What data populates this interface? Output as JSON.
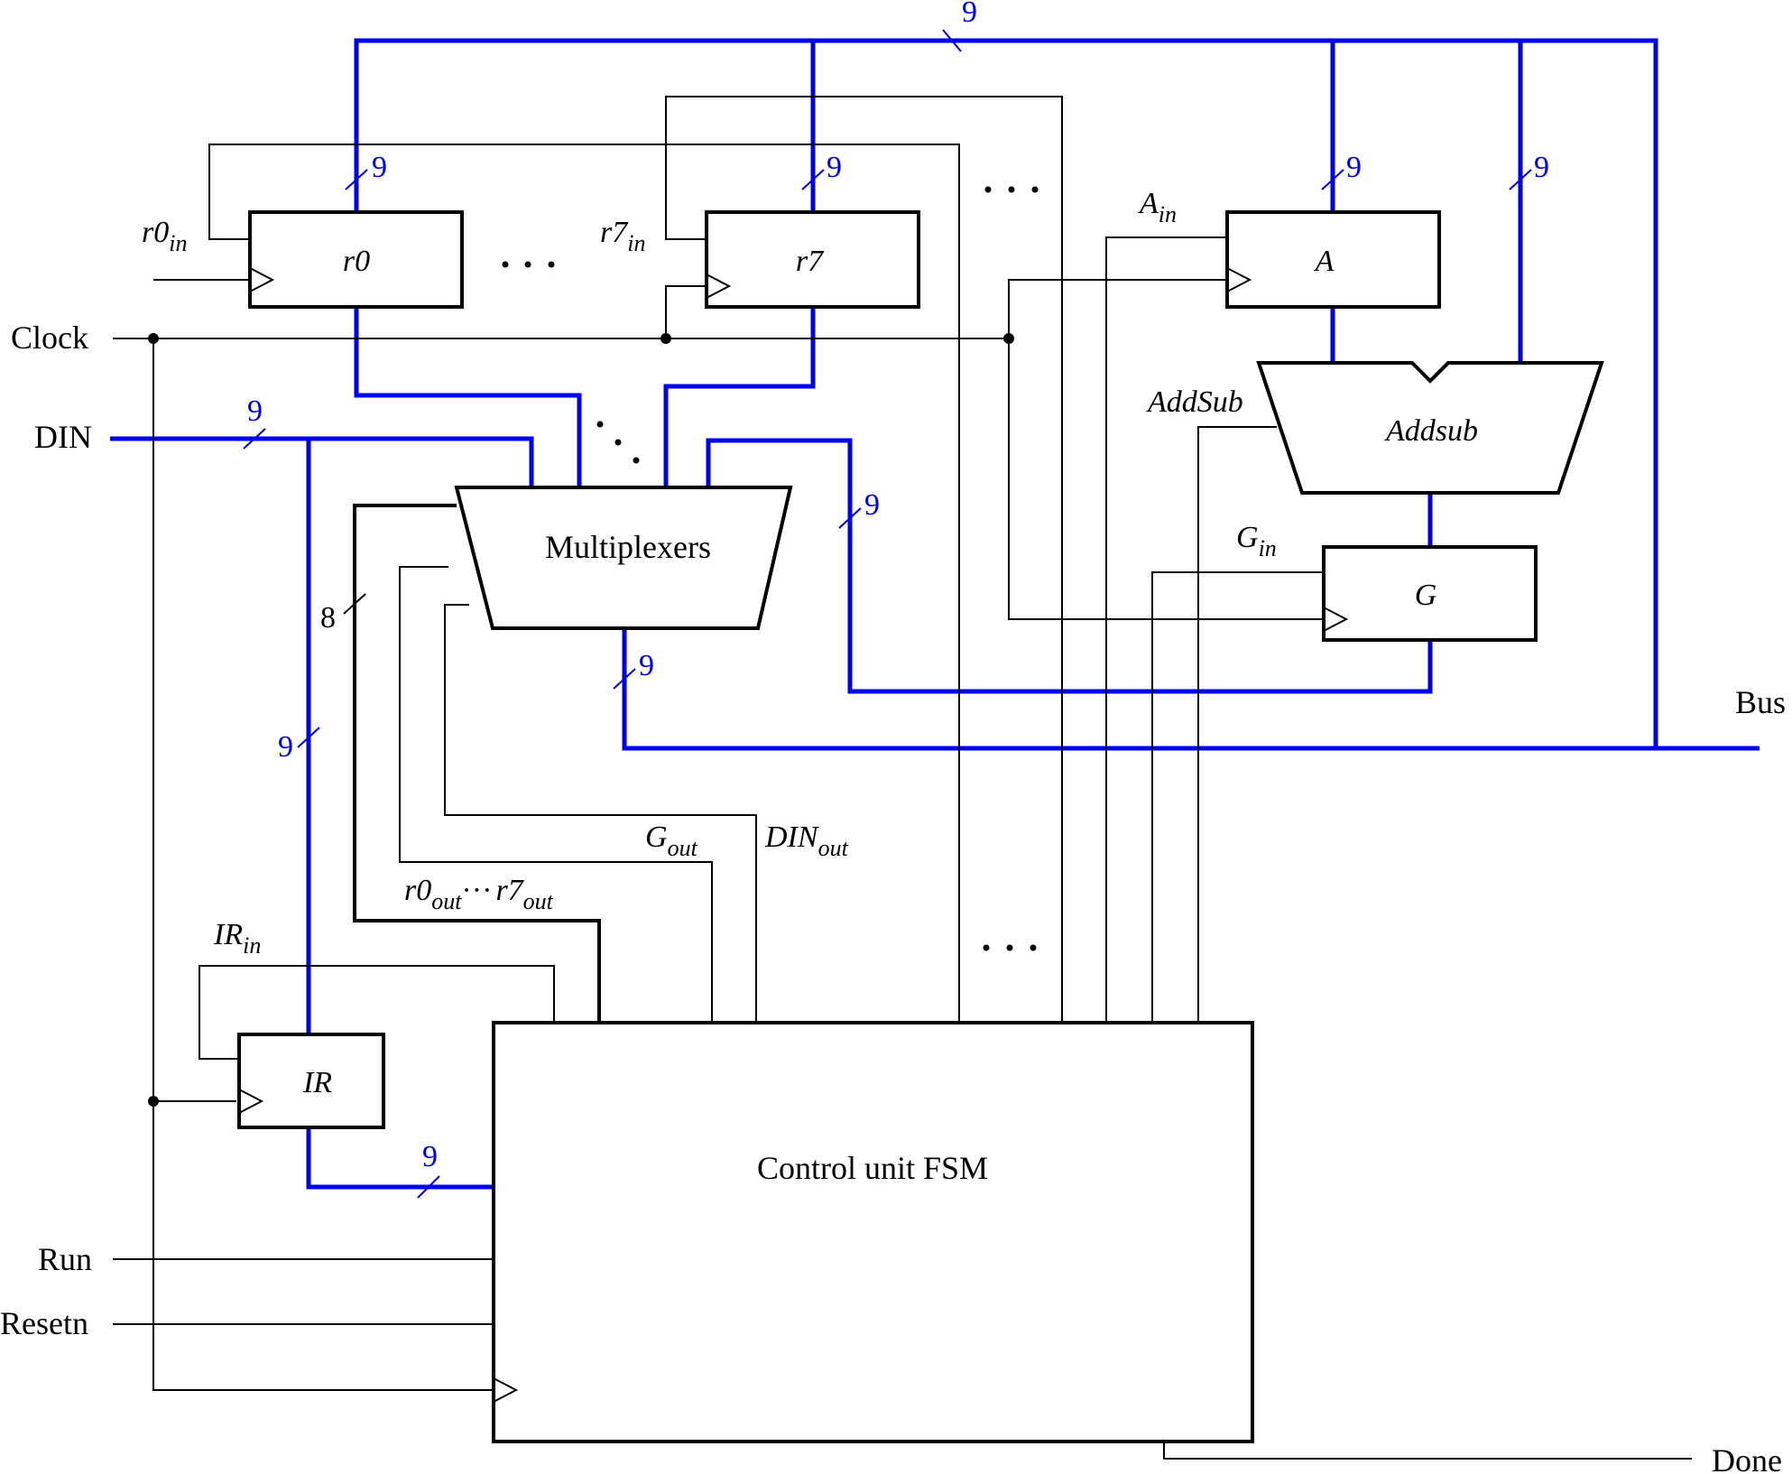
{
  "inputs": {
    "clock": "Clock",
    "din": "DIN",
    "run": "Run",
    "resetn": "Resetn"
  },
  "outputs": {
    "bus": "Bus",
    "done": "Done"
  },
  "registers": {
    "r0": "r0",
    "r7": "r7",
    "a": "A",
    "g": "G",
    "ir": "IR"
  },
  "blocks": {
    "multiplexers": "Multiplexers",
    "addsub": "Addsub",
    "control": "Control unit FSM"
  },
  "signals": {
    "r0_in_base": "r0",
    "r7_in_base": "r7",
    "a_in_base": "A",
    "g_in_base": "G",
    "ir_in_base": "IR",
    "in_sub": "in",
    "addsub_ctrl": "AddSub",
    "g_out_base": "G",
    "din_out_base": "DIN",
    "out_sub": "out",
    "r0_out_base": "r0",
    "r7_out_base": "r7",
    "ellipsis": "···"
  },
  "bus_widths": {
    "w9": "9",
    "w8": "8"
  }
}
